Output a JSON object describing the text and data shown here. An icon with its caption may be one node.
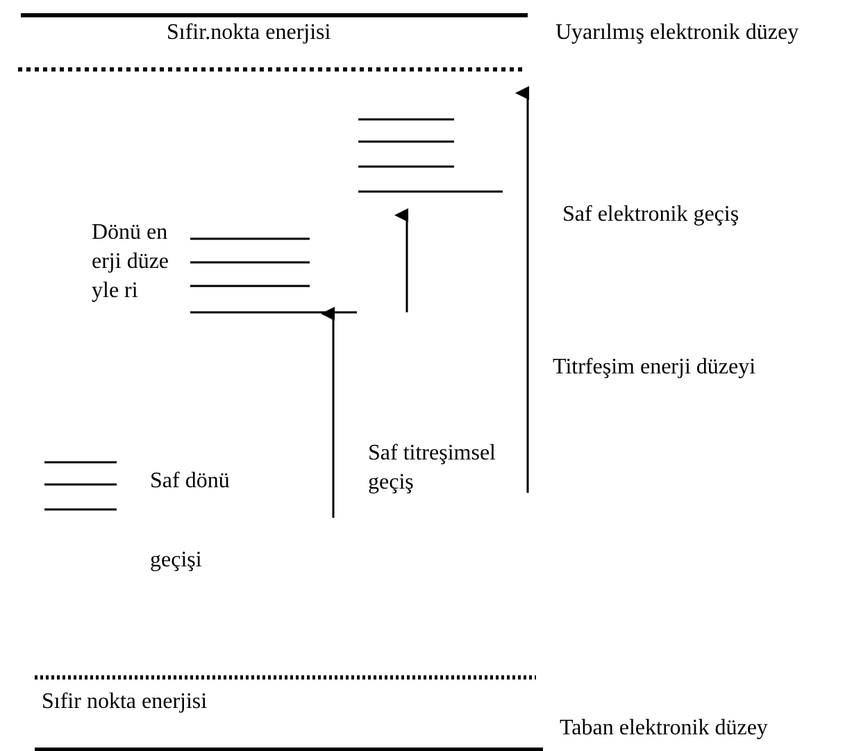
{
  "diagram": {
    "labels": [
      "Sıfir.nokta enerjisi",
      "Uyarılmış elektronik düzey",
      "Dönü enerji düzeyle ri",
      "Saf elektronik geçiş",
      "Titrfeşim enerji düzeyi",
      "Saf dönü geçişi",
      "Saf titreşimsel geçiş",
      "Sıfir nokta enerjisi",
      "Taban elektronik düzey"
    ]
  }
}
